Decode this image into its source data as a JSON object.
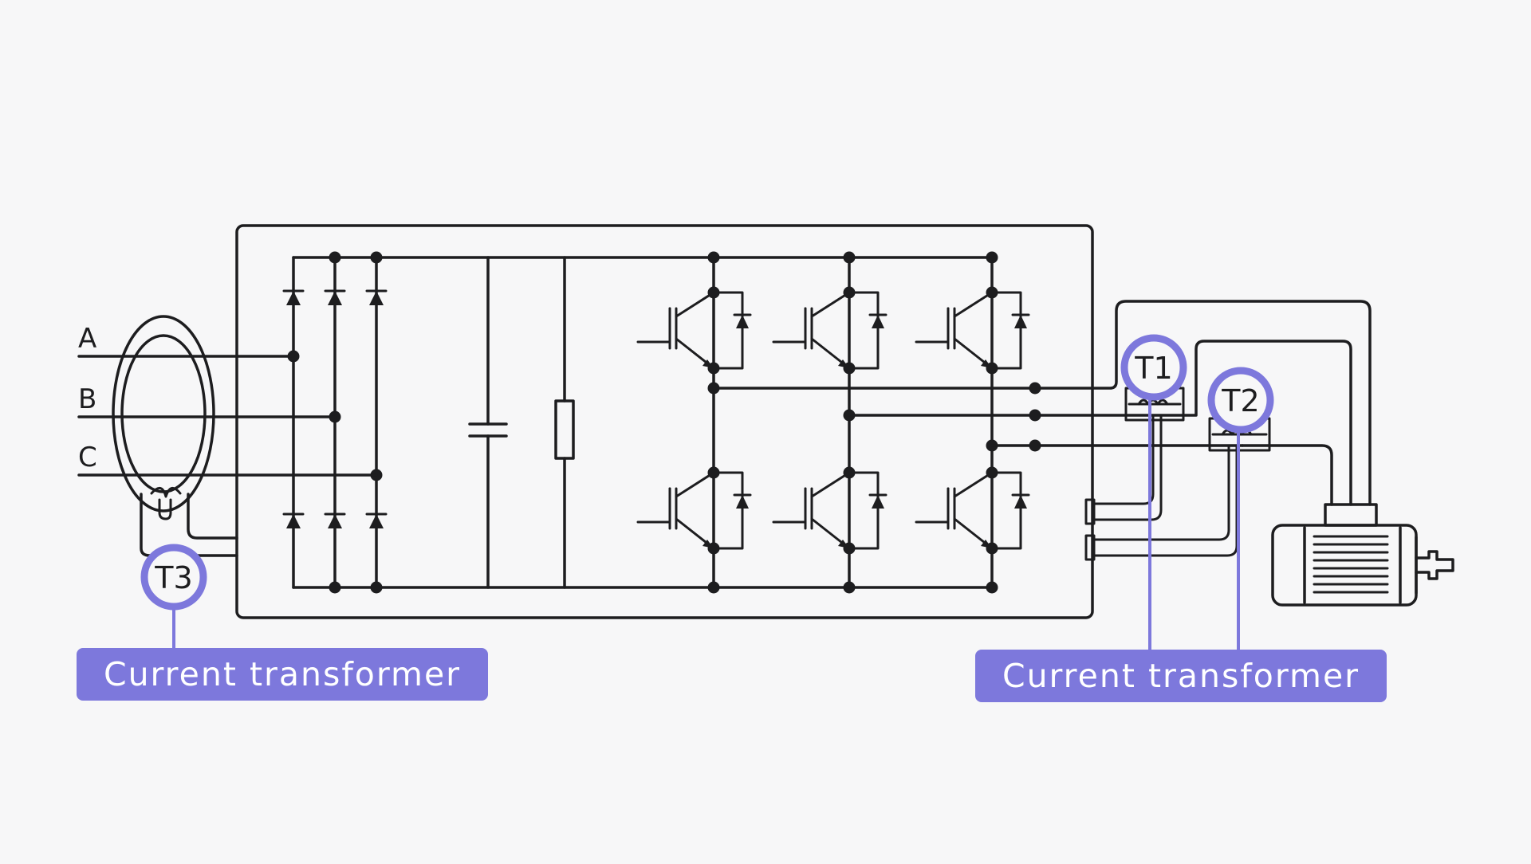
{
  "phases": [
    "A",
    "B",
    "C"
  ],
  "transformers": {
    "t1": "T1",
    "t2": "T2",
    "t3": "T3"
  },
  "callouts": {
    "left": "Current transformer",
    "right": "Current transformer"
  },
  "colors": {
    "accent": "#7d78dc",
    "line": "#1d1d1f",
    "background": "#f7f7f8"
  }
}
